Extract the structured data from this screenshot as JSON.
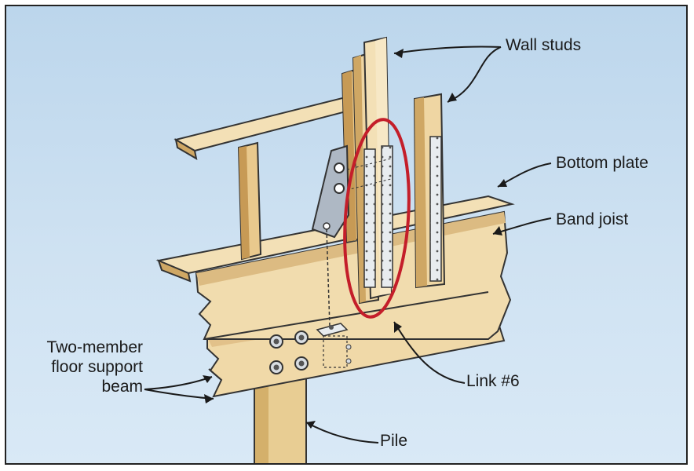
{
  "labels": {
    "wall_studs": "Wall studs",
    "bottom_plate": "Bottom plate",
    "band_joist": "Band joist",
    "beam_line1": "Two-member",
    "beam_line2": "floor support",
    "beam_line3": "beam",
    "link": "Link #6",
    "pile": "Pile"
  },
  "colors": {
    "background_top": "#bcd6ec",
    "background_bottom": "#d9e9f6",
    "lumber": "#f0d9a8",
    "lumber_dark": "#d7b57a",
    "lumber_shadow": "#c59e5f",
    "metal": "#aeb8c4",
    "highlight_circle": "#c41e2a"
  }
}
